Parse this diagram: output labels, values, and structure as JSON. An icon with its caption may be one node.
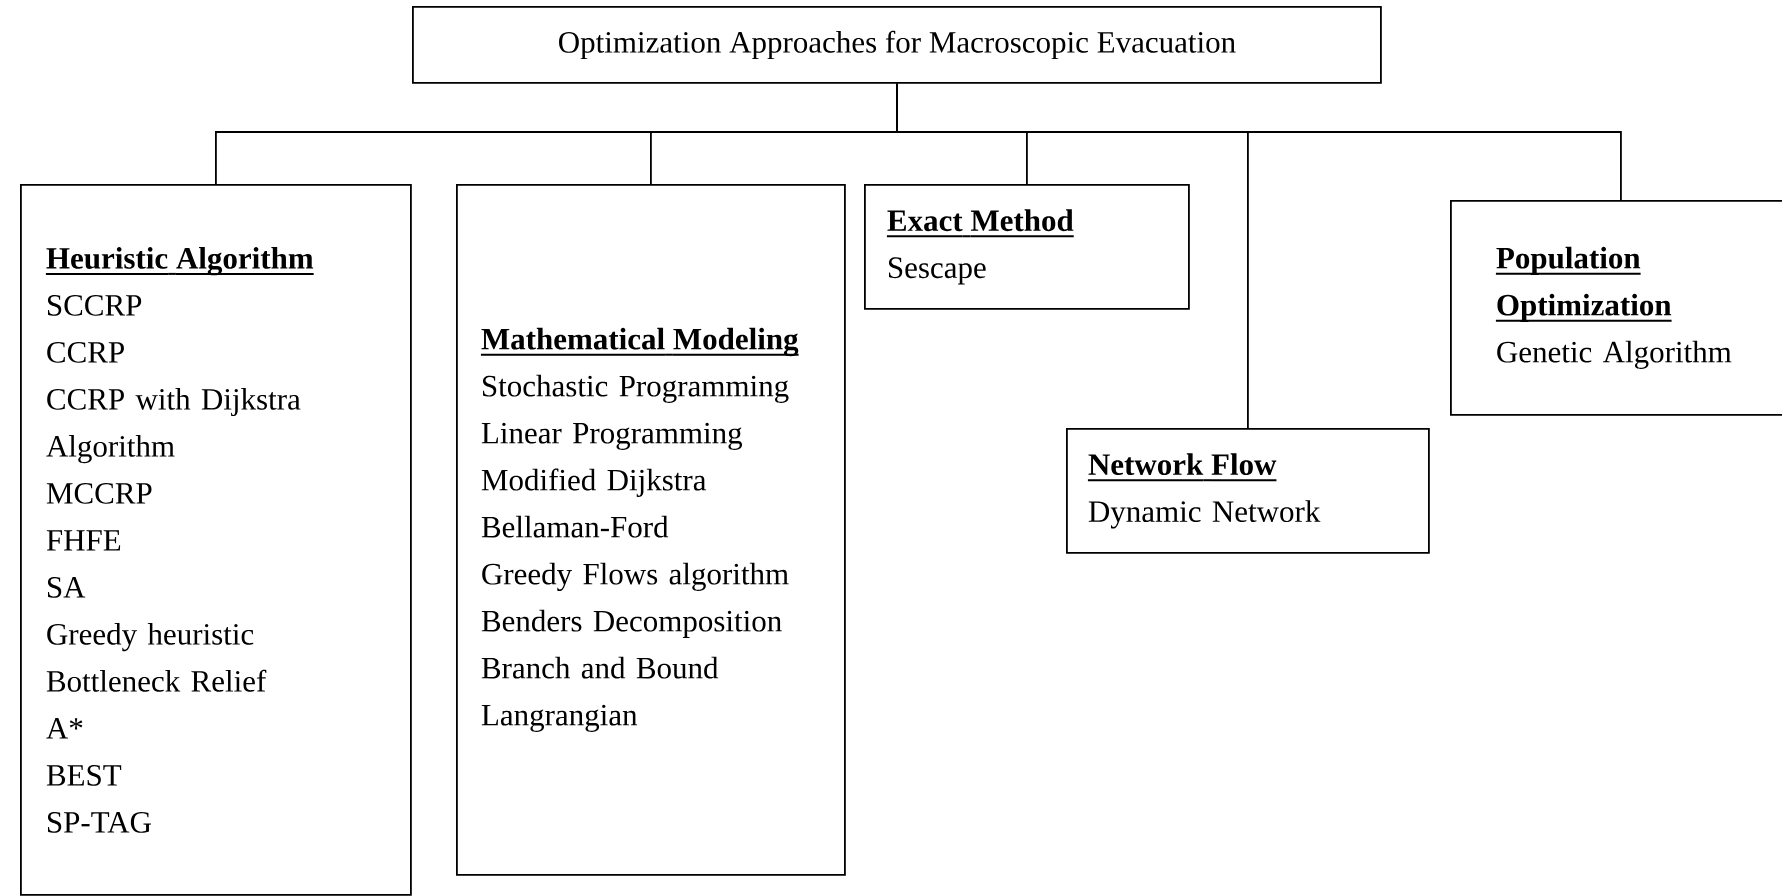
{
  "diagram": {
    "nodes": [
      {
        "text": [
          "Optimization Approaches for Macroscopic Evacuation"
        ]
      },
      {
        "text": [
          "Heuristic Algorithm",
          "SCCRP",
          "CCRP",
          "CCRP with Dijkstra Algorithm",
          "MCCRP",
          "FHFE",
          "SA",
          "Greedy heuristic",
          "Bottleneck Relief",
          "A*",
          "BEST",
          "SP-TAG"
        ]
      },
      {
        "text": [
          "Mathematical Modeling",
          "Stochastic Programming",
          "Linear Programming",
          "Modified Dijkstra",
          "Bellaman-Ford",
          "Greedy Flows algorithm",
          "Benders Decomposition",
          "Branch and Bound",
          "Langrangian"
        ]
      },
      {
        "text": [
          "Exact Method",
          "Sescape"
        ]
      },
      {
        "text": [
          "Network Flow",
          "Dynamic Network"
        ]
      },
      {
        "text": [
          "Population Optimization",
          "Genetic Algorithm"
        ]
      }
    ],
    "edges": [
      {
        "from": 0,
        "to": 1,
        "arrow": "none"
      },
      {
        "from": 0,
        "to": 2,
        "arrow": "none"
      },
      {
        "from": 0,
        "to": 3,
        "arrow": "none"
      },
      {
        "from": 0,
        "to": 4,
        "arrow": "none"
      },
      {
        "from": 0,
        "to": 5,
        "arrow": "none"
      }
    ]
  }
}
